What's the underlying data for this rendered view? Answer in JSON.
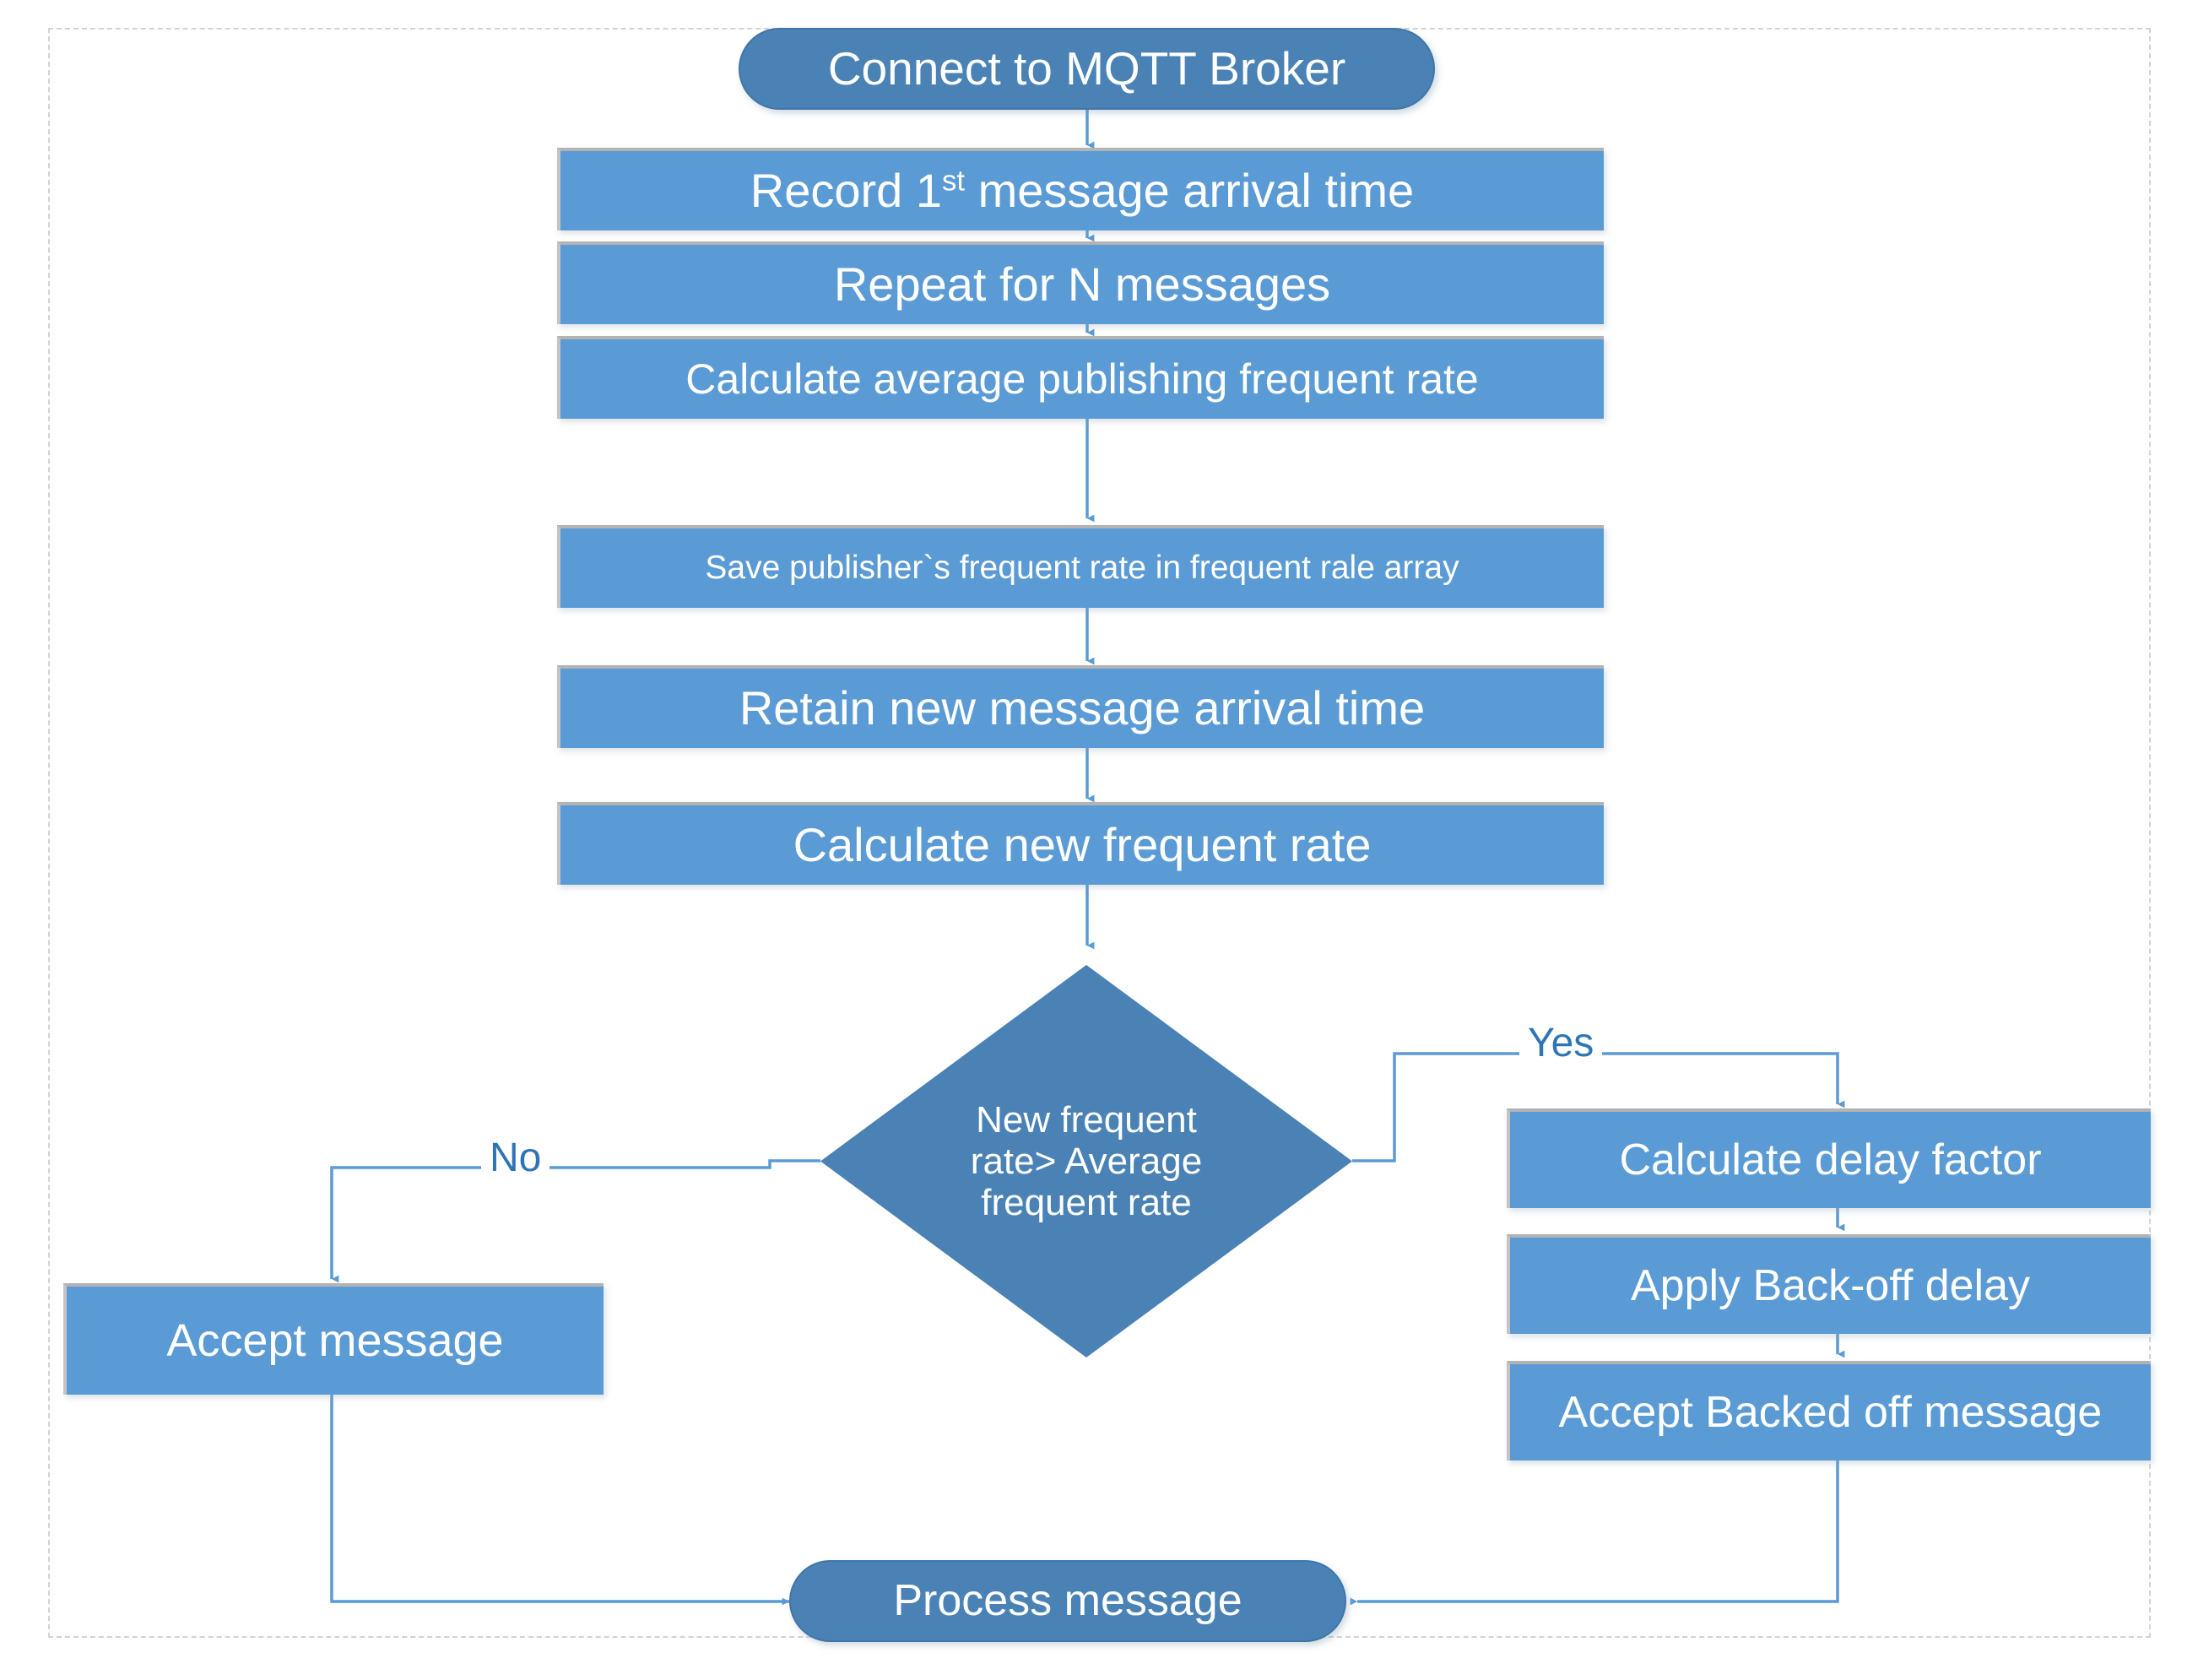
{
  "diagram": {
    "title": "MQTT adaptive back-off message handling flowchart",
    "colors": {
      "process_fill": "#5B9BD5",
      "terminal_fill": "#4A82B5",
      "decision_fill": "#4A82B5",
      "connector": "#5B9BD5",
      "label_text": "#2E75B6",
      "node_text": "#FFFFFF",
      "frame": "#D3D3D3",
      "background": "#FFFFFF"
    },
    "nodes": {
      "start": {
        "label": "Connect to MQTT Broker",
        "shape": "terminal"
      },
      "record_first": {
        "label_before": "Record 1",
        "label_sup": "st",
        "label_after": " message arrival time",
        "shape": "process"
      },
      "repeat_n": {
        "label": "Repeat for N messages",
        "shape": "process"
      },
      "calc_avg": {
        "label": "Calculate average publishing frequent rate",
        "shape": "process"
      },
      "save_rate": {
        "label": "Save publisher`s frequent rate in frequent rale array",
        "shape": "process"
      },
      "retain_time": {
        "label": "Retain new message arrival time",
        "shape": "process"
      },
      "calc_new": {
        "label": "Calculate new frequent rate",
        "shape": "process"
      },
      "decision": {
        "line1": "New frequent",
        "line2": "rate> Average",
        "line3": "frequent rate",
        "shape": "decision"
      },
      "accept_message": {
        "label": "Accept message",
        "shape": "process"
      },
      "calc_delay": {
        "label": "Calculate delay factor",
        "shape": "process"
      },
      "apply_backoff": {
        "label": "Apply Back-off delay",
        "shape": "process"
      },
      "accept_backed_off": {
        "label": "Accept Backed off message",
        "shape": "process"
      },
      "process_message": {
        "label": "Process message",
        "shape": "terminal"
      }
    },
    "edge_labels": {
      "yes": "Yes",
      "no": "No"
    },
    "flow": [
      "Connect to MQTT Broker -> Record 1st message arrival time",
      "Record 1st message arrival time -> Repeat for N messages",
      "Repeat for N messages -> Calculate average publishing frequent rate",
      "Calculate average publishing frequent rate -> Save publisher`s frequent rate in frequent rale array",
      "Save publisher`s frequent rate in frequent rale array -> Retain new message arrival time",
      "Retain new message arrival time -> Calculate new frequent rate",
      "Calculate new frequent rate -> New frequent rate> Average frequent rate",
      "New frequent rate> Average frequent rate -- Yes --> Calculate delay factor",
      "New frequent rate> Average frequent rate -- No --> Accept message",
      "Calculate delay factor -> Apply Back-off delay",
      "Apply Back-off delay -> Accept Backed off message",
      "Accept Backed off message -> Process message",
      "Accept message -> Process message"
    ]
  }
}
